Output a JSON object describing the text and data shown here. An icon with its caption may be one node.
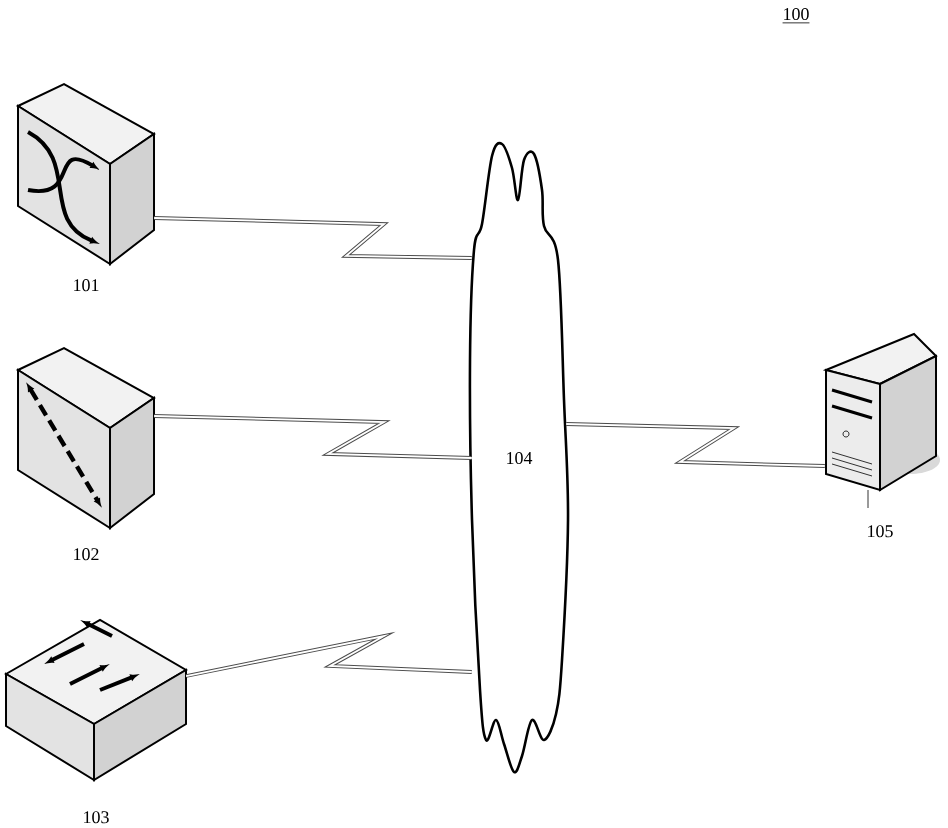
{
  "diagram": {
    "nodes": [
      {
        "text": [
          "101"
        ]
      },
      {
        "text": [
          "102"
        ]
      },
      {
        "text": [
          "103"
        ]
      },
      {
        "text": [
          "104"
        ]
      },
      {
        "text": [
          "105"
        ]
      }
    ],
    "edges": [
      {
        "from": 0,
        "to": 3,
        "arrow": "none"
      },
      {
        "from": 1,
        "to": 3,
        "arrow": "none"
      },
      {
        "from": 2,
        "to": 3,
        "arrow": "none"
      },
      {
        "from": 3,
        "to": 4,
        "arrow": "none"
      }
    ],
    "labels": [
      "100"
    ]
  }
}
